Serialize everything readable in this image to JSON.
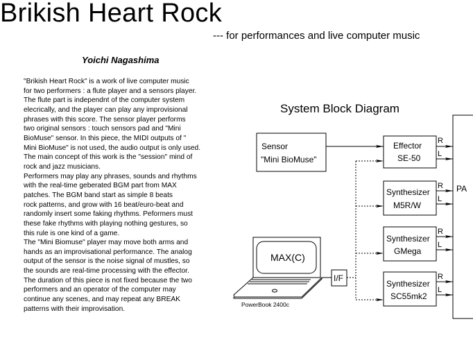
{
  "header": {
    "title": "Brikish Heart Rock",
    "subtitle": "--- for performances and live computer music",
    "author": "Yoichi Nagashima"
  },
  "description_lines": [
    "\"Brikish Heart Rock\" is a work of live computer music",
    "for two performers : a flute player and a sensors player.",
    "The flute part is independnt of the computer system",
    "elecrically, and the player can play any improvisional",
    "phrases with this score.   The sensor player performs",
    "two original sensors : touch sensors pad and \"Mini",
    "BioMuse\" sensor.   In this piece, the MIDI outputs of \"",
    "Mini BioMuse\" is not used, the audio output is only used.",
    "The main concept of this work is the \"session\" mind of",
    "rock and jazz musicians.",
    "Performers may play any phrases, sounds and rhythms",
    "with the real-time geberated BGM part from MAX",
    "patches.   The BGM band start as simple 8 beats",
    "rock patterns, and grow with 16 beat/euro-beat and",
    "randomly insert some faking rhythms.   Peformers must",
    "these fake rhythms with playing nothing gestures, so",
    "this rule is one kind of a game.",
    "The \"Mini Biomuse\" player may move both arms and",
    "hands as an improvisational performance.    The analog",
    "output of the sensor is the noise signal of mustles, so",
    "the sounds are real-time processing with the effector.",
    "The duration of this piece is not fixed because the two",
    "performers and an operator of the computer may",
    "continue any scenes, and may repeat any BREAK",
    "patterns with their improvisation."
  ],
  "diagram": {
    "title": "System Block Diagram",
    "sensor": {
      "line1": "Sensor",
      "line2": "\"Mini BioMuse\""
    },
    "effector": {
      "line1": "Effector",
      "line2": "SE-50"
    },
    "synth1": {
      "line1": "Synthesizer",
      "line2": "M5R/W"
    },
    "synth2": {
      "line1": "Synthesizer",
      "line2": "GMega"
    },
    "synth3": {
      "line1": "Synthesizer",
      "line2": "SC55mk2"
    },
    "pa": "PA",
    "computer_screen": "MAX(C)",
    "computer_label": "PowerBook 2400c",
    "interface": "I/F",
    "channel_r": "R",
    "channel_l": "L"
  }
}
